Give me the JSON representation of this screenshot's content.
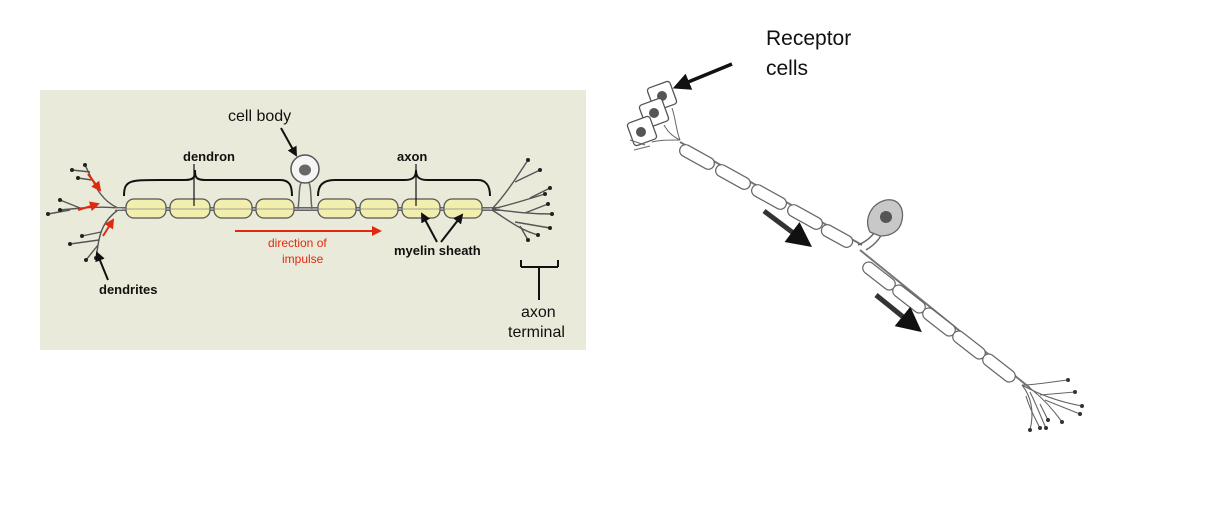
{
  "left_diagram": {
    "background": "#e9ead9",
    "labels": {
      "cell_body": "cell body",
      "dendron": "dendron",
      "axon": "axon",
      "direction_line1": "direction of",
      "direction_line2": "impulse",
      "myelin_sheath": "myelin sheath",
      "dendrites": "dendrites",
      "axon_terminal_line1": "axon",
      "axon_terminal_line2": "terminal"
    },
    "colors": {
      "myelin": "#f2efae",
      "arrow_red": "#e02a10"
    }
  },
  "right_diagram": {
    "labels": {
      "receptor_line1": "Receptor",
      "receptor_line2": "cells"
    }
  }
}
